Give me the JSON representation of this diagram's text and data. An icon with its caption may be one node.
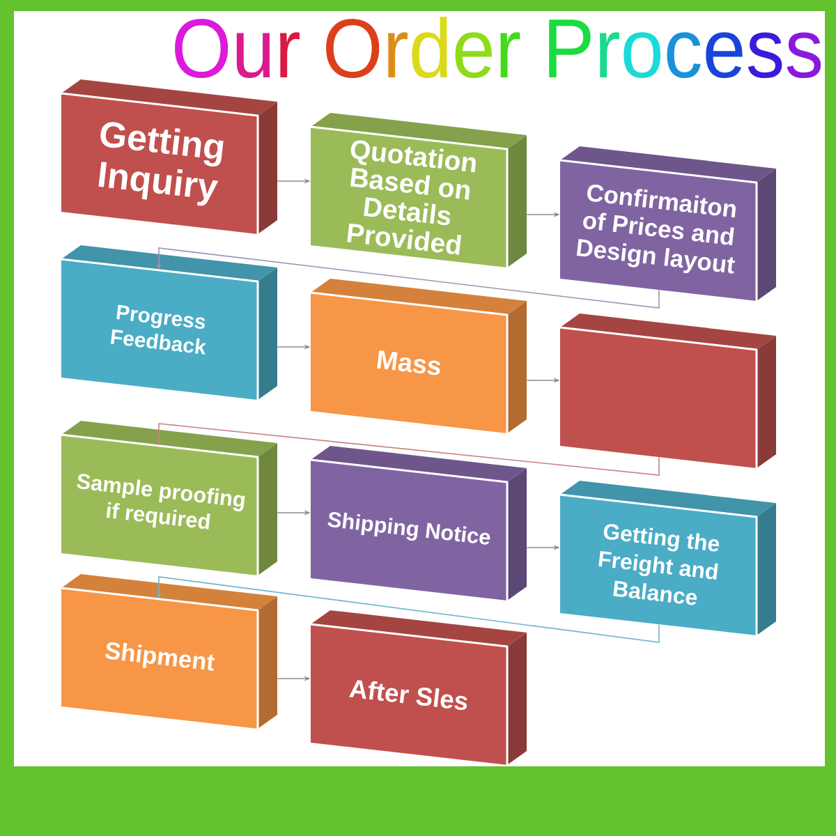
{
  "diagram": {
    "title": "Our Order Process",
    "nodes": [
      {
        "text": [
          "Getting Inquiry"
        ]
      },
      {
        "text": [
          "Quotation Based on Details Provided"
        ]
      },
      {
        "text": [
          "Confirmaiton of Prices and Design layout"
        ]
      },
      {
        "text": [
          "Progress Feedback"
        ]
      },
      {
        "text": [
          "Mass"
        ]
      },
      {
        "text": [],
        "shape": "box"
      },
      {
        "text": [
          "Sample proofing if required"
        ]
      },
      {
        "text": [
          "Shipping Notice"
        ]
      },
      {
        "text": [
          "Getting the Freight and Balance"
        ]
      },
      {
        "text": [
          "Shipment"
        ]
      },
      {
        "text": [
          "After Sles"
        ]
      }
    ],
    "edges": [
      {
        "from": 0,
        "to": 1,
        "arrow": "to"
      },
      {
        "from": 1,
        "to": 2,
        "arrow": "to"
      },
      {
        "from": 2,
        "to": 3,
        "arrow": "to",
        "color": "#9d93b5"
      },
      {
        "from": 3,
        "to": 4,
        "arrow": "to"
      },
      {
        "from": 4,
        "to": 5,
        "arrow": "to"
      },
      {
        "from": 5,
        "to": 6,
        "arrow": "to",
        "color": "#c98280"
      },
      {
        "from": 6,
        "to": 7,
        "arrow": "to"
      },
      {
        "from": 7,
        "to": 8,
        "arrow": "to"
      },
      {
        "from": 8,
        "to": 9,
        "arrow": "to",
        "color": "#6fb6cc"
      },
      {
        "from": 9,
        "to": 10,
        "arrow": "to"
      }
    ]
  }
}
